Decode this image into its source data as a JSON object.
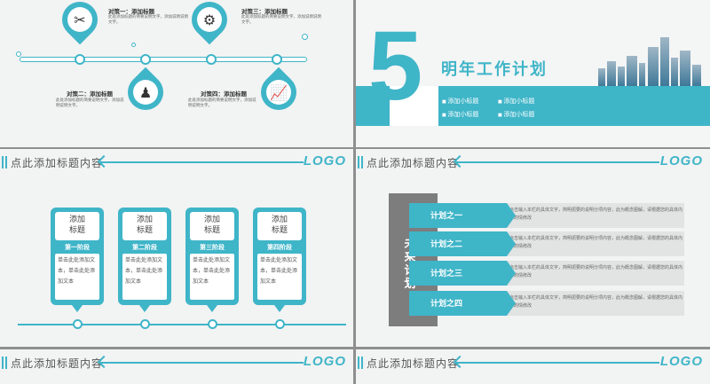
{
  "header": {
    "title": "点此添加标题内容",
    "logo": "LOGO"
  },
  "slide1": {
    "items": [
      {
        "title": "对策一：添加标题",
        "text": "此处添加标题的简要说明文字，添加说明说明文字。",
        "icon": "tools-icon"
      },
      {
        "title": "对策二：添加标题",
        "text": "此处添加标题的简要说明文字，添加说明说明文字。",
        "icon": "presenter-icon"
      },
      {
        "title": "对策三：添加标题",
        "text": "此处添加标题的简要说明文字，添加说明说明文字。",
        "icon": "gear-icon"
      },
      {
        "title": "对策四：添加标题",
        "text": "此处添加标题的简要说明文字，添加说明说明文字。",
        "icon": "chart-icon"
      }
    ]
  },
  "slide2": {
    "number": "5",
    "title": "明年工作计划",
    "subs": [
      "添加小标题",
      "添加小标题",
      "添加小标题",
      "添加小标题"
    ]
  },
  "slide3": {
    "cards": [
      {
        "title": "添加\n标题",
        "stage": "第一阶段",
        "text": "单击此处添加文本，单击此处添加文本"
      },
      {
        "title": "添加\n标题",
        "stage": "第二阶段",
        "text": "单击此处添加文本，单击此处添加文本"
      },
      {
        "title": "添加\n标题",
        "stage": "第三阶段",
        "text": "单击此处添加文本，单击此处添加文本"
      },
      {
        "title": "添加\n标题",
        "stage": "第四阶段",
        "text": "单击此处添加文本，单击此处添加文本"
      }
    ]
  },
  "slide4": {
    "side": "未来计划",
    "rows": [
      {
        "label": "计划之一",
        "text": "点击输入本栏的具体文字，简明扼要的说明分项内容，此为概念图解，请根据您的具体内容酌情修改"
      },
      {
        "label": "计划之二",
        "text": "点击输入本栏的具体文字，简明扼要的说明分项内容，此为概念图解，请根据您的具体内容酌情修改"
      },
      {
        "label": "计划之三",
        "text": "点击输入本栏的具体文字，简明扼要的说明分项内容，此为概念图解，请根据您的具体内容酌情修改"
      },
      {
        "label": "计划之四",
        "text": "点击输入本栏的具体文字，简明扼要的说明分项内容，此为概念图解，请根据您的具体内容酌情修改"
      }
    ]
  },
  "colors": {
    "accent": "#3fb5c8",
    "gray": "#7d7d7d"
  }
}
